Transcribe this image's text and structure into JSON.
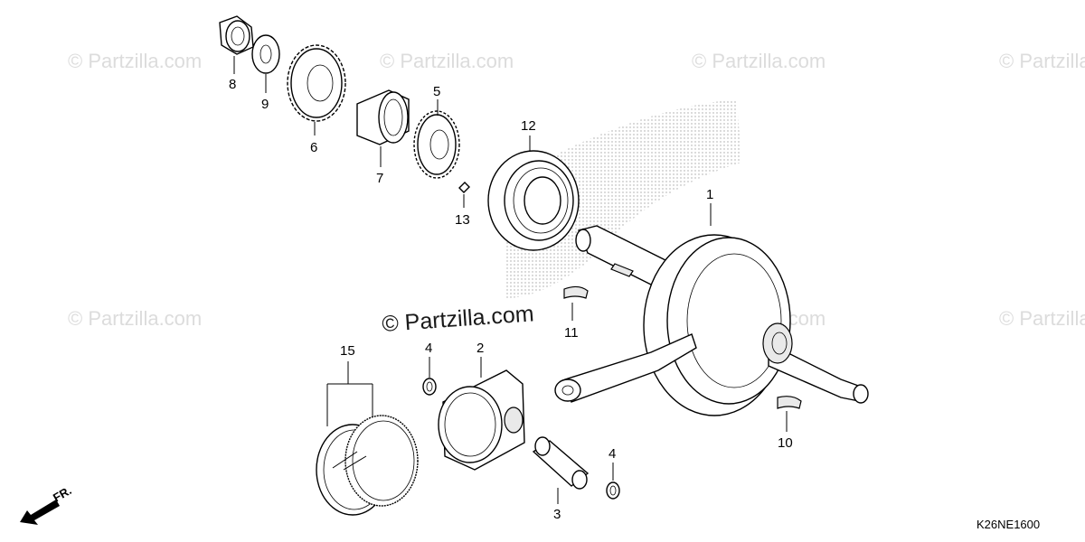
{
  "watermarks": {
    "main": "© Partzilla.com",
    "faint": "© Partzilla.com"
  },
  "diagram_code": "K26NE1600",
  "direction_label": "FR.",
  "callouts": {
    "c1": "1",
    "c2": "2",
    "c3": "3",
    "c4a": "4",
    "c4b": "4",
    "c5": "5",
    "c6": "6",
    "c7": "7",
    "c8": "8",
    "c9": "9",
    "c10": "10",
    "c11": "11",
    "c12": "12",
    "c13": "13",
    "c15": "15"
  },
  "colors": {
    "line": "#000000",
    "watermark": "#dcdcdc",
    "background": "#ffffff"
  }
}
